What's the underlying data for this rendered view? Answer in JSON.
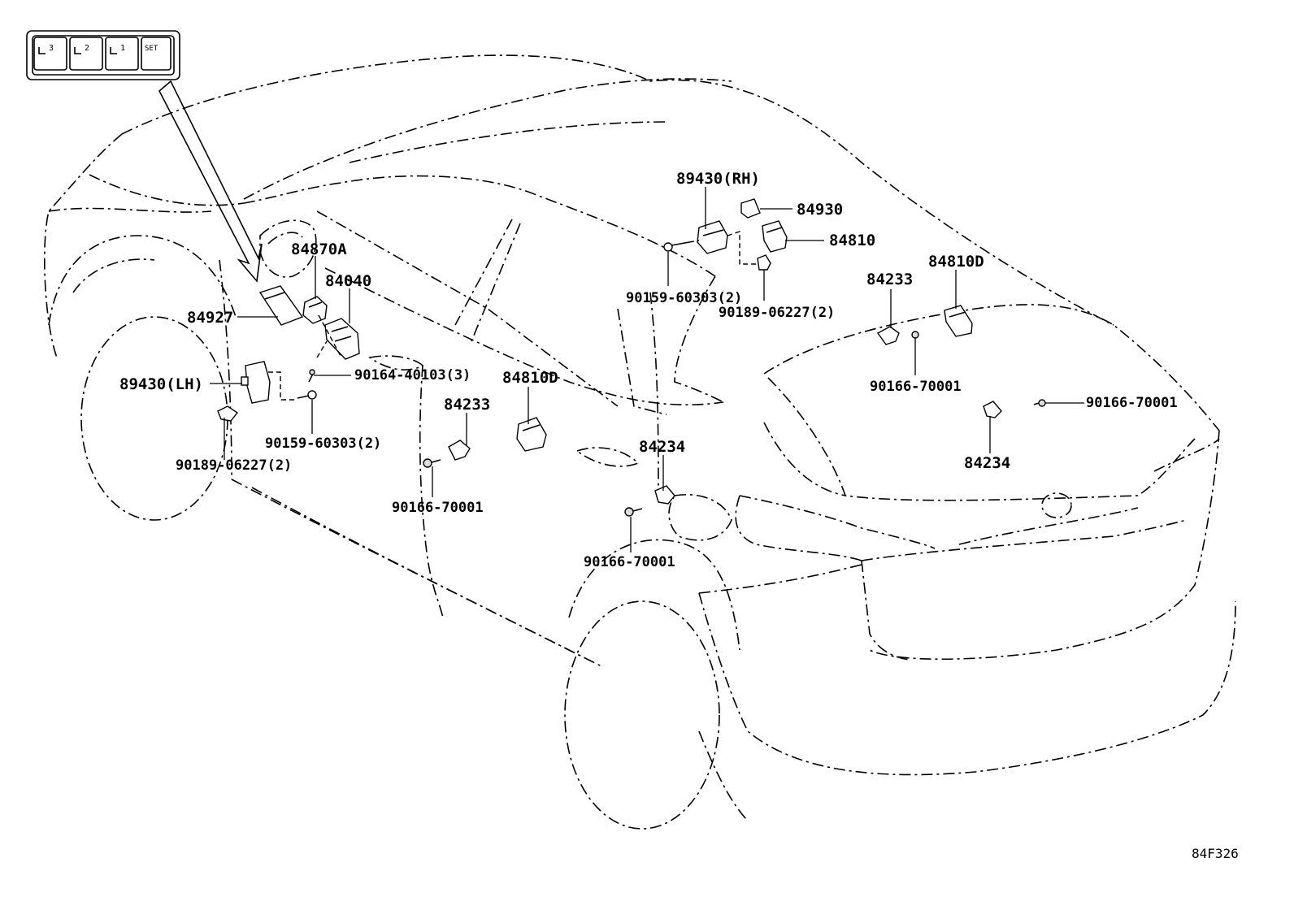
{
  "diagram_code": "84F326",
  "switch_panel": {
    "buttons": [
      "3",
      "2",
      "1",
      "SET"
    ]
  },
  "labels": {
    "p89430_rh": "89430(RH)",
    "p84930": "84930",
    "p84810": "84810",
    "p90159_right": "90159-60303(2)",
    "p90189_right": "90189-06227(2)",
    "p84233_right": "84233",
    "p84810d_right": "84810D",
    "p90166_right_a": "90166-70001",
    "p90166_right_b": "90166-70001",
    "p84234_right": "84234",
    "p84870a": "84870A",
    "p84040": "84040",
    "p84927": "84927",
    "p90164": "90164-40103(3)",
    "p89430_lh": "89430(LH)",
    "p90159_left": "90159-60303(2)",
    "p90189_left": "90189-06227(2)",
    "p84810d_left": "84810D",
    "p84233_left": "84233",
    "p90166_left": "90166-70001",
    "p84234_left": "84234",
    "p90166_mid": "90166-70001"
  }
}
